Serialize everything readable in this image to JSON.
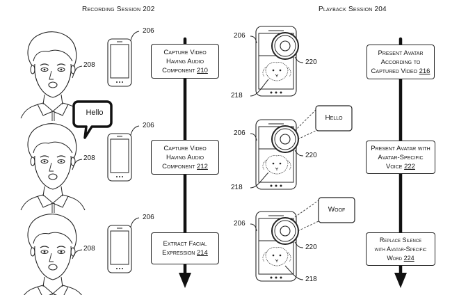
{
  "titles": {
    "recording": "Recording Session 202",
    "playback": "Playback Session 204"
  },
  "recording_steps": [
    {
      "lines": [
        "Capture Video",
        "Having Audio"
      ],
      "last": "Component",
      "ref": "210"
    },
    {
      "lines": [
        "Capture Video",
        "Having Audio"
      ],
      "last": "Component",
      "ref": "212"
    },
    {
      "lines": [
        "Extract Facial"
      ],
      "last": "Expression",
      "ref": "214"
    }
  ],
  "playback_steps": [
    {
      "lines": [
        "Present Avatar",
        "According to"
      ],
      "last": "Captured Video",
      "ref": "216"
    },
    {
      "lines": [
        "Present Avatar with",
        "Avatar-Specific"
      ],
      "last": "Voice",
      "ref": "222"
    },
    {
      "lines": [
        "Replace Silence",
        "with Avatar-Specific"
      ],
      "last": "Word",
      "ref": "224"
    }
  ],
  "speech_bubble": "Hello",
  "playback_bubbles": [
    "Hello",
    "Woof"
  ],
  "refs": {
    "user": "208",
    "device": "206",
    "speaker": "220",
    "avatar": "218"
  },
  "icons": {
    "person": "person-face-icon",
    "phone": "smartphone-icon",
    "speaker": "speaker-icon",
    "avatar": "dog-avatar-icon"
  },
  "colors": {
    "ink": "#111111",
    "background": "#ffffff"
  }
}
